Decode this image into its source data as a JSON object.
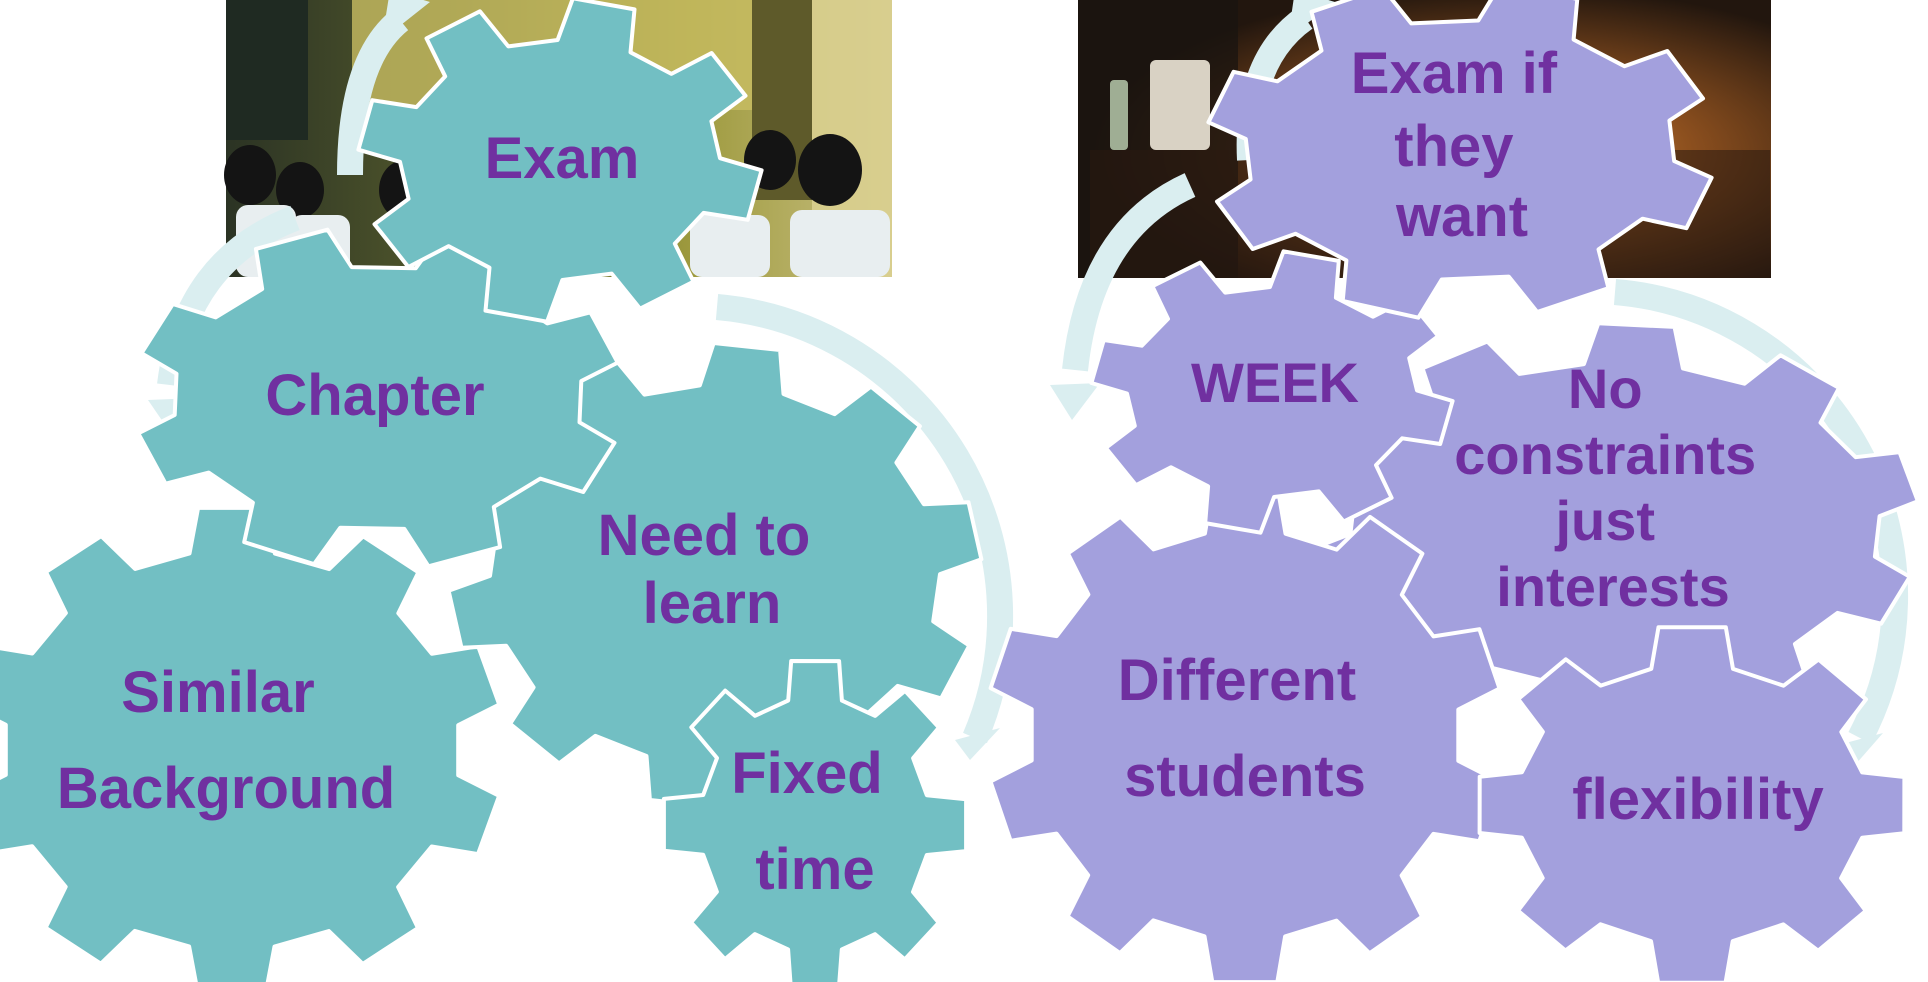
{
  "colors": {
    "teal": "#72BFC3",
    "lavender": "#A3A0DD",
    "text": "#7030A0",
    "arrow": "#DAEEF0"
  },
  "left_cycle": {
    "photo": "classroom-photo",
    "gears": [
      {
        "id": "exam",
        "lines": [
          "Exam"
        ]
      },
      {
        "id": "chapter",
        "lines": [
          "Chapter"
        ]
      },
      {
        "id": "similar-background",
        "lines": [
          "Similar",
          "Background"
        ]
      },
      {
        "id": "need-to-learn",
        "lines": [
          "Need to",
          "learn"
        ]
      },
      {
        "id": "fixed-time",
        "lines": [
          "Fixed",
          "time"
        ]
      }
    ]
  },
  "right_cycle": {
    "photo": "study-desk-photo",
    "gears": [
      {
        "id": "exam-if-they-want",
        "lines": [
          "Exam if",
          "they",
          "want"
        ]
      },
      {
        "id": "week",
        "lines": [
          "WEEK"
        ]
      },
      {
        "id": "no-constraints",
        "lines": [
          "No",
          "constraints",
          "just",
          "interests"
        ]
      },
      {
        "id": "different-students",
        "lines": [
          "Different",
          "students"
        ]
      },
      {
        "id": "flexibility",
        "lines": [
          "flexibility"
        ]
      }
    ]
  }
}
